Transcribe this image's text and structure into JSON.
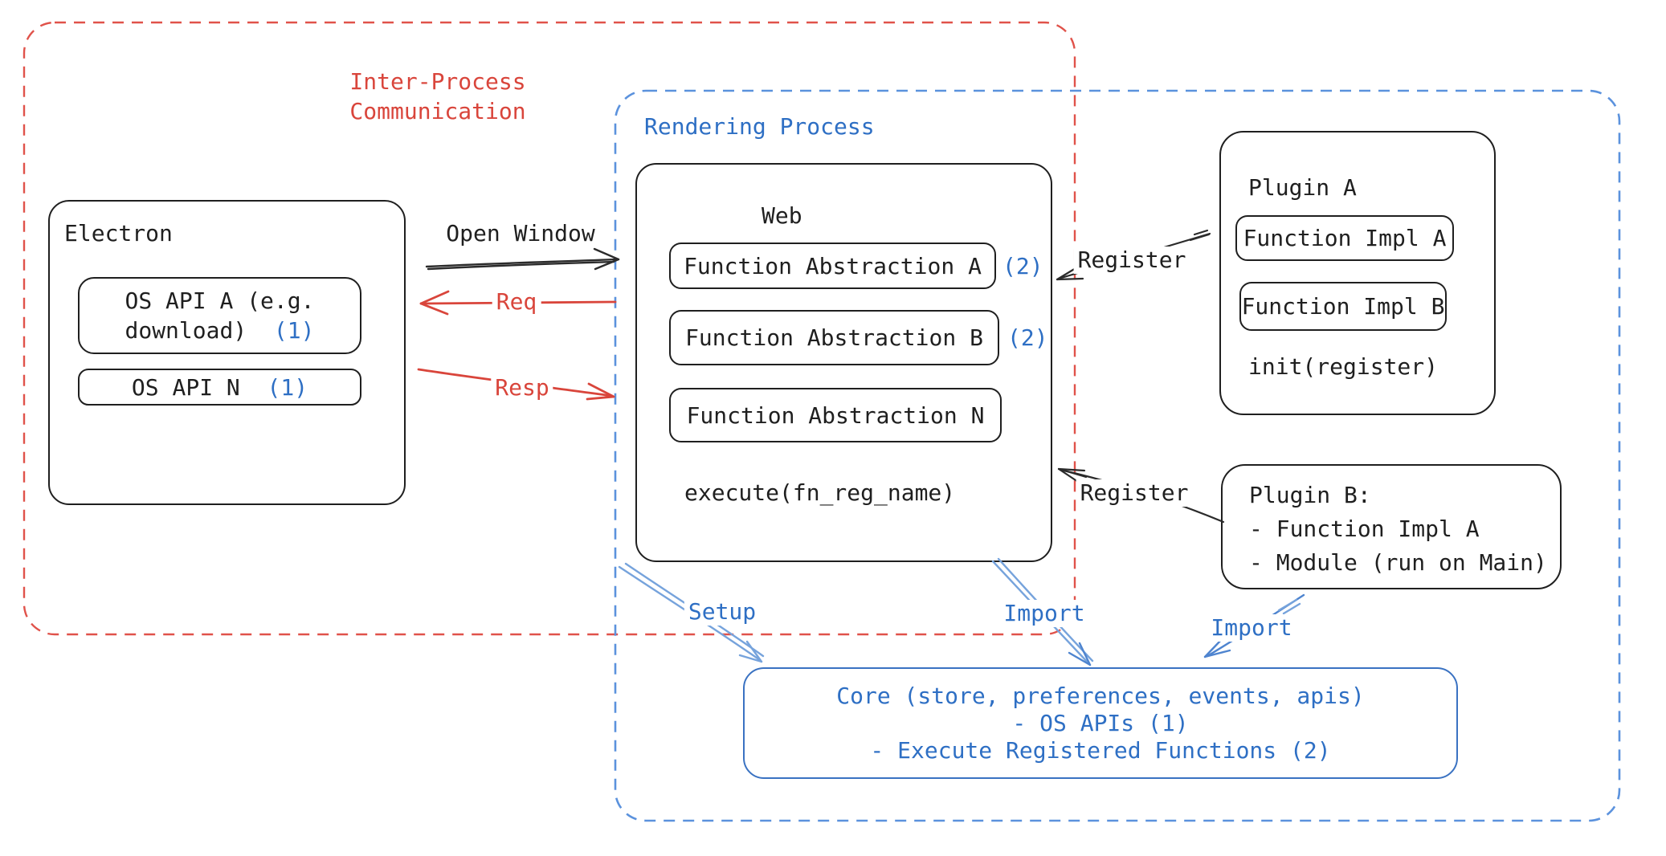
{
  "colors": {
    "red": "#d9453b",
    "blue_text": "#2e6fc4",
    "blue_dashed_border": "#5b92dd",
    "red_dashed_border": "#e0524a",
    "light_blue_arrow": "#76a3dc",
    "black": "#1f1f1f"
  },
  "regions": {
    "ipc": {
      "label_line1": "Inter-Process",
      "label_line2": "Communication"
    },
    "rendering": {
      "label": "Rendering Process"
    }
  },
  "electron": {
    "title": "Electron",
    "os_api_a": {
      "line1": "OS API A (e.g.",
      "line2": "download)",
      "badge": "(1)"
    },
    "os_api_n": {
      "label": "OS API N",
      "badge": "(1)"
    }
  },
  "web": {
    "title": "Web",
    "functions": [
      {
        "label": "Function Abstraction A",
        "badge": "(2)"
      },
      {
        "label": "Function Abstraction B",
        "badge": "(2)"
      },
      {
        "label": "Function Abstraction N",
        "badge": ""
      }
    ],
    "execute_label": "execute(fn_reg_name)"
  },
  "plugin_a": {
    "title": "Plugin A",
    "impl_a": "Function Impl A",
    "impl_b": "Function Impl B",
    "init_label": "init(register)"
  },
  "plugin_b": {
    "title": "Plugin B:",
    "line1": "- Function Impl A",
    "line2": "- Module (run on Main)"
  },
  "core": {
    "line1": "Core (store, preferences, events, apis)",
    "line2": "- OS APIs (1)",
    "line3": "- Execute Registered Functions (2)"
  },
  "arrows": {
    "open_window": "Open Window",
    "req": "Req",
    "resp": "Resp",
    "register_top": "Register",
    "register_bottom": "Register",
    "setup": "Setup",
    "import_center": "Import",
    "import_right": "Import"
  }
}
